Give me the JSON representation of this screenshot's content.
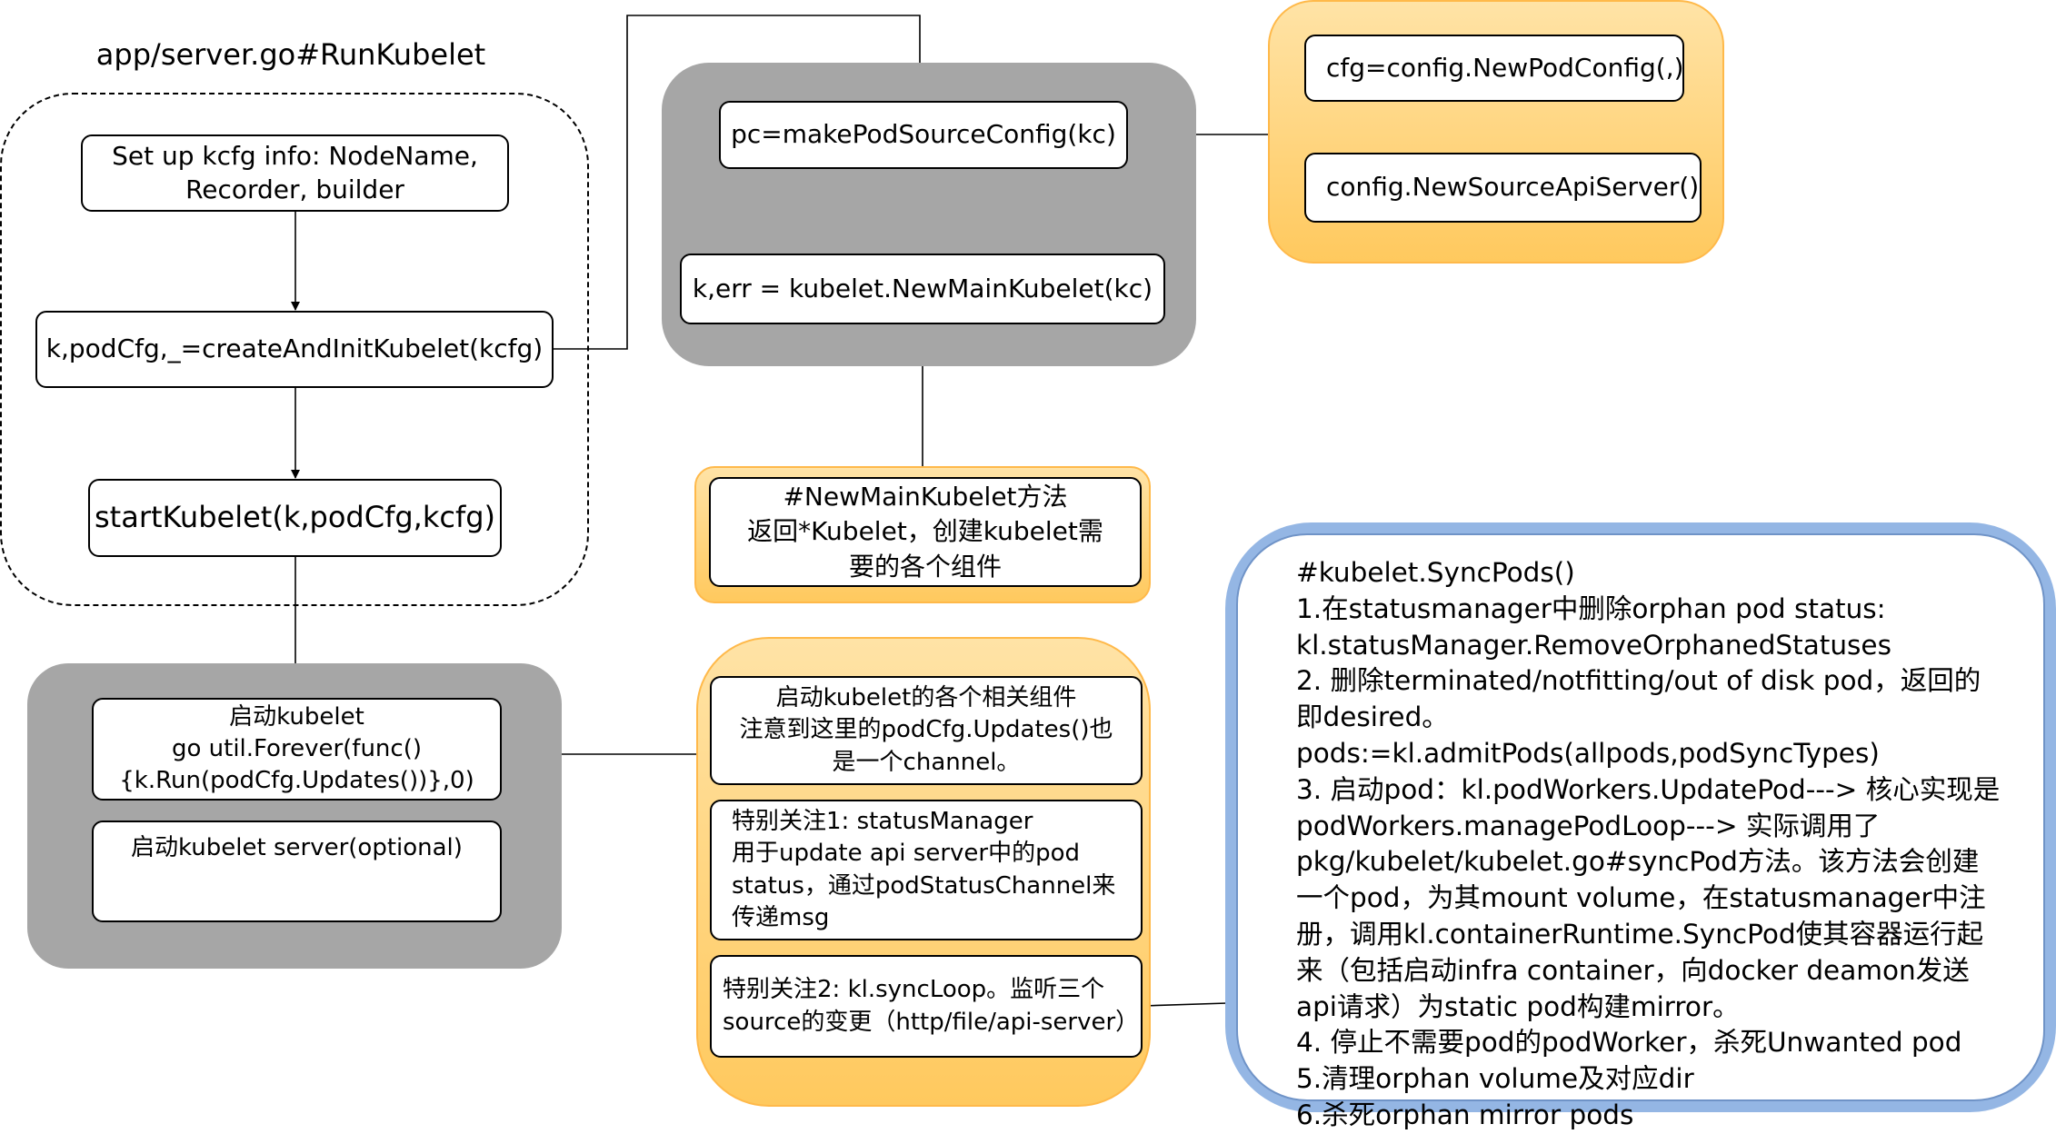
{
  "diagram": {
    "title": "app/server.go#RunKubelet",
    "nodes": {
      "setup_kcfg": "Set up kcfg info: NodeName,\nRecorder, builder",
      "create_and_init": "k,podCfg,_=createAndInitKubelet(kcfg)",
      "start_kubelet": "startKubelet(k,podCfg,kcfg)",
      "make_pod_source_config": "pc=makePodSourceConfig(kc)",
      "new_main_kubelet": "k,err = kubelet.NewMainKubelet(kc)",
      "new_pod_config": "cfg=config.NewPodConfig(,)",
      "new_source_api_server": "config.NewSourceApiServer()",
      "new_main_kubelet_note": "#NewMainKubelet方法\n返回*Kubelet，创建kubelet需\n要的各个组件",
      "run_kubelet": "启动kubelet\ngo util.Forever(func()\n{k.Run(podCfg.Updates())},0)",
      "kubelet_server": "启动kubelet server(optional)",
      "components_note": "启动kubelet的各个相关组件\n注意到这里的podCfg.Updates()也\n是一个channel。",
      "focus_status_manager": "特别关注1: statusManager\n用于update api server中的pod\nstatus，通过podStatusChannel来\n传递msg",
      "focus_sync_loop": "特别关注2: kl.syncLoop。监听三个\nsource的变更（http/file/api-server）",
      "sync_pods": "#kubelet.SyncPods()\n1.在statusmanager中删除orphan pod status:\nkl.statusManager.RemoveOrphanedStatuses\n2. 删除terminated/notfitting/out of disk pod，返回的\n即desired。pods:=kl.admitPods(allpods,podSyncTypes)\n3. 启动pod：kl.podWorkers.UpdatePod---> 核心实现是\npodWorkers.managePodLoop---> 实际调用了\npkg/kubelet/kubelet.go#syncPod方法。该方法会创建\n一个pod，为其mount volume，在statusmanager中注\n册，调用kl.containerRuntime.SyncPod使其容器运行起\n来（包括启动infra container，向docker deamon发送\napi请求）为static pod构建mirror。\n4. 停止不需要pod的podWorker，杀死Unwanted pod\n5.清理orphan volume及对应dir\n6.杀死orphan mirror pods"
    }
  },
  "colors": {
    "gray_group": "#a6a6a6",
    "orange_group": "#ffc95e",
    "blue_group": "#94b6e4"
  }
}
